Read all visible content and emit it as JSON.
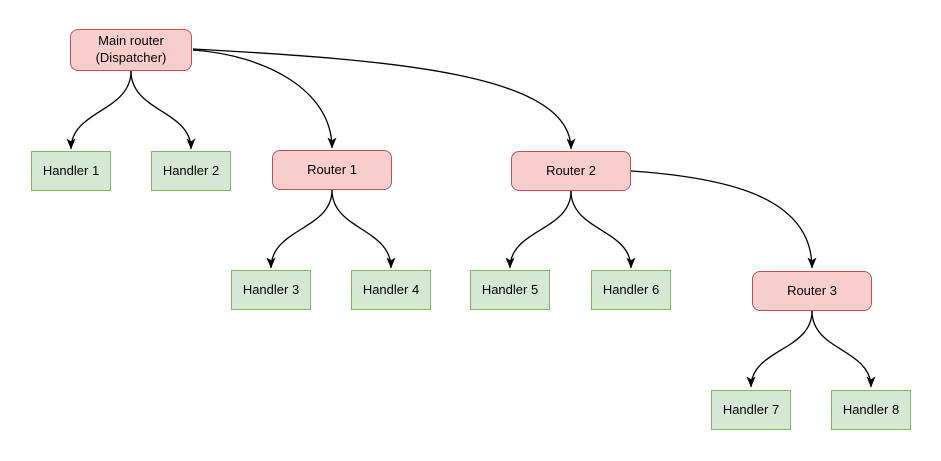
{
  "diagram": {
    "nodes": {
      "main_router": {
        "line1": "Main router",
        "line2": "(Dispatcher)"
      },
      "router1": {
        "label": "Router 1"
      },
      "router2": {
        "label": "Router 2"
      },
      "router3": {
        "label": "Router 3"
      },
      "handler1": {
        "label": "Handler 1"
      },
      "handler2": {
        "label": "Handler 2"
      },
      "handler3": {
        "label": "Handler 3"
      },
      "handler4": {
        "label": "Handler 4"
      },
      "handler5": {
        "label": "Handler 5"
      },
      "handler6": {
        "label": "Handler 6"
      },
      "handler7": {
        "label": "Handler 7"
      },
      "handler8": {
        "label": "Handler 8"
      }
    },
    "colors": {
      "router_fill": "#f8cecc",
      "router_border": "#b85450",
      "handler_fill": "#d5e8d4",
      "handler_border": "#82b366",
      "edge": "#000000",
      "background": "#ffffff"
    }
  }
}
